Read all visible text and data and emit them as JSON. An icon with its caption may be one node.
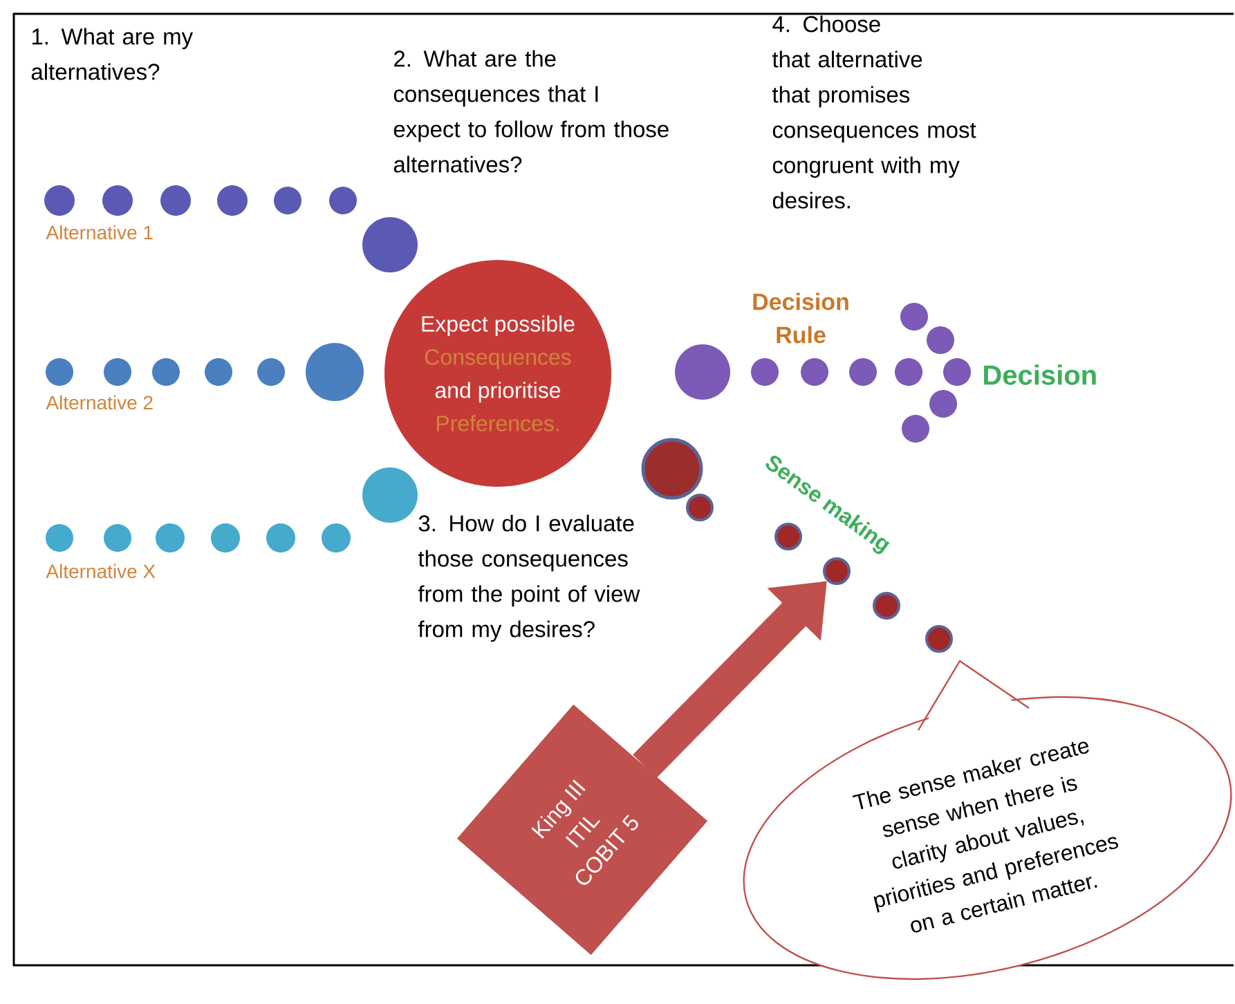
{
  "diagram": {
    "nodes": [
      {
        "text": [
          "Expect possible",
          "Consequences",
          "and prioritise",
          "Preferences."
        ]
      },
      {
        "text": [
          "King III",
          "ITIL",
          "COBIT 5"
        ]
      },
      {
        "text": [
          "The sense maker create sense when there is clarity about values, priorities and preferences on a certain matter."
        ]
      },
      {
        "text": [],
        "shape": "circle"
      }
    ],
    "edges": [
      {
        "from": 1,
        "to": 3,
        "arrow": "to"
      }
    ],
    "labels": [
      "1.  What are my alternatives?",
      "2.  What are the consequences that I expect to follow from those alternatives?",
      "4.  Choose that alternative that promises consequences most congruent with my desires.",
      "Alternative 1",
      "Decision Rule",
      "Alternative 2",
      "Decision",
      "Sense making",
      "Alternative X",
      "3.  How do I evaluate those consequences from the point of view from my desires?"
    ]
  }
}
